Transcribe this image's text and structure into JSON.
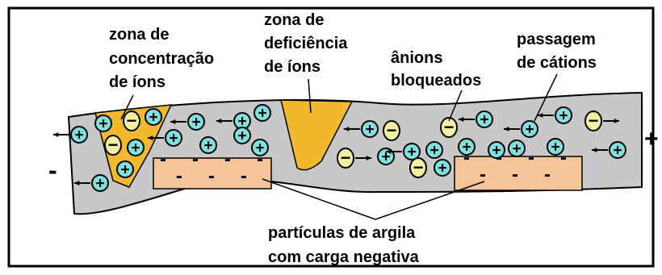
{
  "labels": {
    "concentration": [
      "zona de",
      "concentração",
      "de íons"
    ],
    "deficiency": [
      "zona de",
      "deficiência",
      "de íons"
    ],
    "blocked_anions": [
      "ânions",
      "bloqueados"
    ],
    "cation_passage": [
      "passagem",
      "de cátions"
    ],
    "clay_particles": [
      "partículas de argila",
      "com carga negativa"
    ],
    "minus_terminal": "-",
    "plus_terminal": "+"
  },
  "ion_symbols": {
    "cation": "+",
    "anion": "−",
    "clay_charge": "-"
  },
  "colors": {
    "channel_fill": "#c8c8c8",
    "channel_stroke": "#000000",
    "concentration_zone": "#f2b82e",
    "deficiency_zone": "#f2b82e",
    "clay_fill": "#f5c49a",
    "cation_fill": "#7fe0e0",
    "anion_fill": "#f4f0a0",
    "arrow": "#000000"
  }
}
